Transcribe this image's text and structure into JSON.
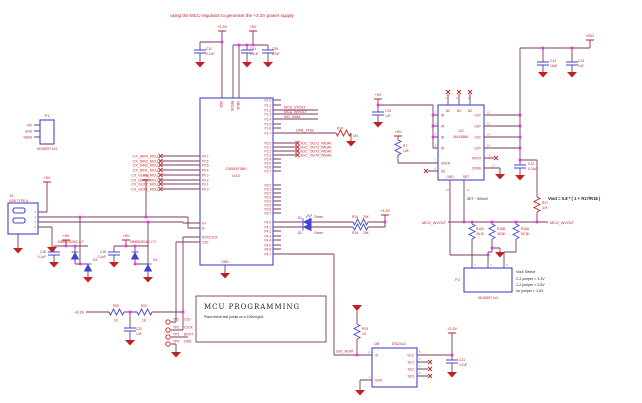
{
  "palette": {
    "wire": "#7d3a5f",
    "comp": "#4444cc",
    "label": "#c22020",
    "junction": "#e832e8"
  },
  "note": "using the MCU regulator to generate the +3.3V power supply",
  "flags": {
    "v33": "+3.3V",
    "v5": "+5V",
    "vdd": "VDD"
  },
  "caps": {
    "c11": [
      "C11",
      "0.1uF"
    ],
    "c41": [
      "C41",
      "0.1uF"
    ],
    "c39": [
      "C39",
      "47uF"
    ],
    "c14": [
      "C14",
      "10uF"
    ],
    "c13": [
      "C13",
      "1uF"
    ],
    "c15": [
      "C15",
      "1uF"
    ],
    "c12": [
      "C12",
      "0.01uF"
    ],
    "c18": [
      "C18",
      "0.1uF"
    ],
    "c16": [
      "C16",
      "0.1uF"
    ],
    "c21": [
      "C21",
      "0.1uF"
    ],
    "c22": [
      "C22",
      "1uF"
    ]
  },
  "res": {
    "r7": [
      "R7",
      "10K"
    ],
    "r14": [
      "R14",
      "1M"
    ],
    "r15": [
      "R15",
      "20K"
    ],
    "r16": [
      "R16",
      "20K"
    ],
    "r17": [
      "R17",
      "47K"
    ],
    "r18a": [
      "R18A",
      "52.3K"
    ],
    "r18b": [
      "R18B",
      "36.5K"
    ],
    "r18c": [
      "R18C",
      "26.1K"
    ],
    "r19": [
      "R19",
      "1K"
    ],
    "r20": [
      "R20",
      "1K"
    ],
    "r21": [
      "R21",
      "1K"
    ]
  },
  "mcu": {
    "ref": "U13",
    "part": "C8051F380",
    "gnd": "GND",
    "top": [
      "VDD",
      "REGIN",
      "VBUS"
    ],
    "p0": [
      "P0.7",
      "P0.6",
      "P0.5",
      "P0.4",
      "P0.3",
      "P0.2",
      "P0.1",
      "P0.0"
    ],
    "p0_nets": [
      "CX_DIR4_MCU",
      "CX_DIR3_MCU",
      "CX_DIR2_MCU",
      "CX_DIR1_MCU",
      "CX_OUT4_MCU",
      "CX_OUT3_MCU",
      "CX_OUT2_MCU",
      "CX_OUT1_MCU"
    ],
    "p1": [
      "P1.0",
      "P1.1",
      "P1.2",
      "P1.3",
      "P1.4",
      "P1.5",
      "P1.6",
      "P1.7"
    ],
    "p2": [
      "P2.0",
      "P2.1",
      "P2.2",
      "P2.3",
      "P2.4",
      "P2.5",
      "P2.6",
      "P2.7"
    ],
    "p3": [
      "P3.0",
      "P3.1",
      "P3.2",
      "P3.3",
      "P3.4",
      "P3.5",
      "P3.6",
      "P3.7"
    ],
    "p4": [
      "P4.0",
      "P4.1",
      "P4.2",
      "P4.3",
      "P4.4",
      "P4.5",
      "P4.6",
      "P4.7"
    ],
    "usb": [
      "D+",
      "D-"
    ],
    "dbg": [
      "RST/C2CK",
      "C2D"
    ]
  },
  "nets": {
    "mcu_v": "MCU_VVOLT",
    "mcu_w": "MCU_WVOLT",
    "sid": "SID_NUM",
    "gfb": "GFB_TPSL",
    "xdc": [
      "XDC_OUT1_WEAK",
      "XDC_OUT2_WEAK",
      "XDC_OUT3_WEAK",
      "XDC_OUT4_WEAK"
    ]
  },
  "u2": {
    "ref": "U2",
    "part": "MAX8869",
    "nc": "NC",
    "pin_in": "IN",
    "pin_out": "OUT",
    "shdn": "SHDN",
    "ss": "SS",
    "rsto": "RSTO",
    "dpad": "DPAD",
    "gnd": "GND",
    "set": "SET",
    "note": "SET ~ 500mV",
    "nums": {
      "t": [
        "1",
        "9",
        "16"
      ],
      "l": [
        "2",
        "3",
        "4",
        "5",
        "7",
        "8"
      ],
      "r": [
        "12",
        "13",
        "14",
        "15",
        "6",
        "17"
      ],
      "b": [
        "10",
        "11"
      ]
    }
  },
  "u8": {
    "ref": "U8",
    "part": "DS2411",
    "io": "IO",
    "gnd": "GND",
    "vcc": "VCC",
    "nc": [
      "NC1",
      "NC2",
      "NC3"
    ],
    "nums": {
      "io": "2",
      "gnd": "1",
      "vcc": "6",
      "nc": [
        "3",
        "4",
        "5"
      ]
    }
  },
  "j1": {
    "ref": "J1",
    "part": "USB TYPE A",
    "nums": [
      "1",
      "2",
      "3",
      "4"
    ]
  },
  "p1h": {
    "ref": "P1",
    "part": "HEADER 1x3",
    "nets": [
      "+5V",
      "GND",
      "VBUS"
    ]
  },
  "p2h": {
    "ref": "P2",
    "part": "HEADER 1x3",
    "nums": [
      "1",
      "2",
      "3"
    ]
  },
  "tvs": {
    "part": "MMBD3004S-7-F",
    "d3": "D3",
    "d4": "D4"
  },
  "led": {
    "d1": "D1",
    "d2": "D2",
    "color": "Green"
  },
  "prog": {
    "title": "MCU PROGRAMMING",
    "subtitle": "Place these test points on a 100mil grid.",
    "rail": "+3.3V",
    "tp": [
      [
        "TP1",
        "C2D"
      ],
      [
        "TP2",
        "C2CK"
      ],
      [
        "TP3",
        "BOOT"
      ],
      [
        "TP4",
        "GND"
      ]
    ]
  },
  "vout": {
    "formula": "Vout = 0.8 * ( 1 + R17/R18 )",
    "title": "Vout Select",
    "lines": [
      "2-3 jumper = 3.3V",
      "1-2 jumper = 2.5V",
      "no jumper = 1.8V"
    ]
  }
}
